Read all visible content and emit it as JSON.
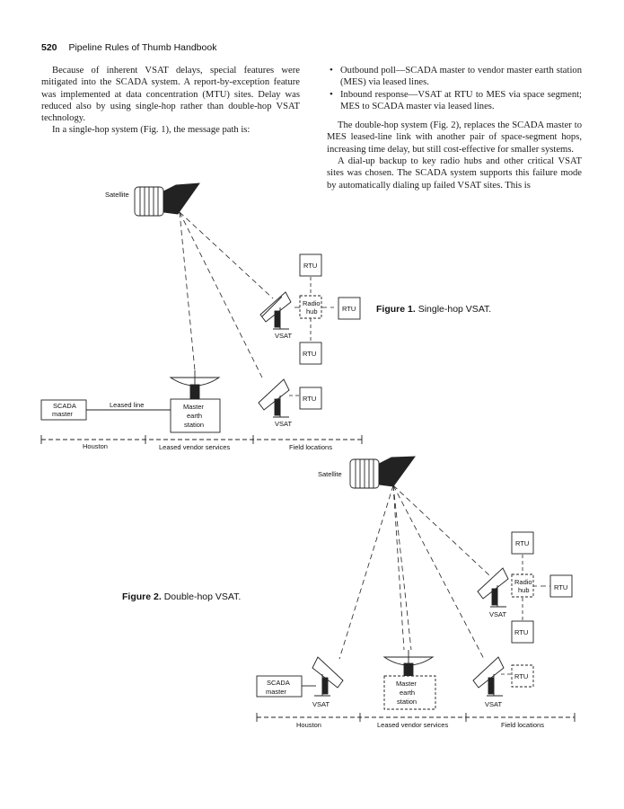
{
  "header": {
    "page_number": "520",
    "running_title": "Pipeline Rules of Thumb Handbook"
  },
  "left_column": {
    "paragraph1": "Because of inherent VSAT delays, special features were mitigated into the SCADA system. A report-by-exception feature was implemented at data concentration (MTU) sites. Delay was reduced also by using single-hop rather than double-hop VSAT technology.",
    "paragraph2": "In a single-hop system (Fig. 1), the message path is:"
  },
  "right_column": {
    "bullets": [
      "Outbound poll—SCADA master to vendor master earth station (MES) via leased lines.",
      "Inbound response—VSAT at RTU to MES via space segment; MES to SCADA master via leased lines."
    ],
    "paragraph1": "The double-hop system (Fig. 2), replaces the SCADA master to MES leased-line link with another pair of space-segment hops, increasing time delay, but still cost-effective for smaller systems.",
    "paragraph2": "A dial-up backup to key radio hubs and other critical VSAT sites was chosen. The SCADA system supports this failure mode by automatically dialing up failed VSAT sites. This is"
  },
  "figure1": {
    "caption_number": "Figure 1.",
    "caption_text": "Single-hop VSAT.",
    "labels": {
      "satellite": "Satellite",
      "rtu": "RTU",
      "radio": "Radio",
      "hub": "hub",
      "vsat": "VSAT",
      "scada": "SCADA",
      "master": "master",
      "leased_line": "Leased line",
      "mes_line1": "Master",
      "mes_line2": "earth",
      "mes_line3": "station",
      "houston": "Houston",
      "leased_vendor": "Leased vendor services",
      "field": "Field locations"
    }
  },
  "figure2": {
    "caption_number": "Figure 2.",
    "caption_text": "Double-hop VSAT.",
    "labels": {
      "satellite": "Satellite",
      "rtu": "RTU",
      "radio": "Radio",
      "hub": "hub",
      "vsat": "VSAT",
      "scada": "SCADA",
      "master": "master",
      "mes_line1": "Master",
      "mes_line2": "earth",
      "mes_line3": "station",
      "houston": "Houston",
      "leased_vendor": "Leased vendor services",
      "field": "Field locations"
    }
  }
}
